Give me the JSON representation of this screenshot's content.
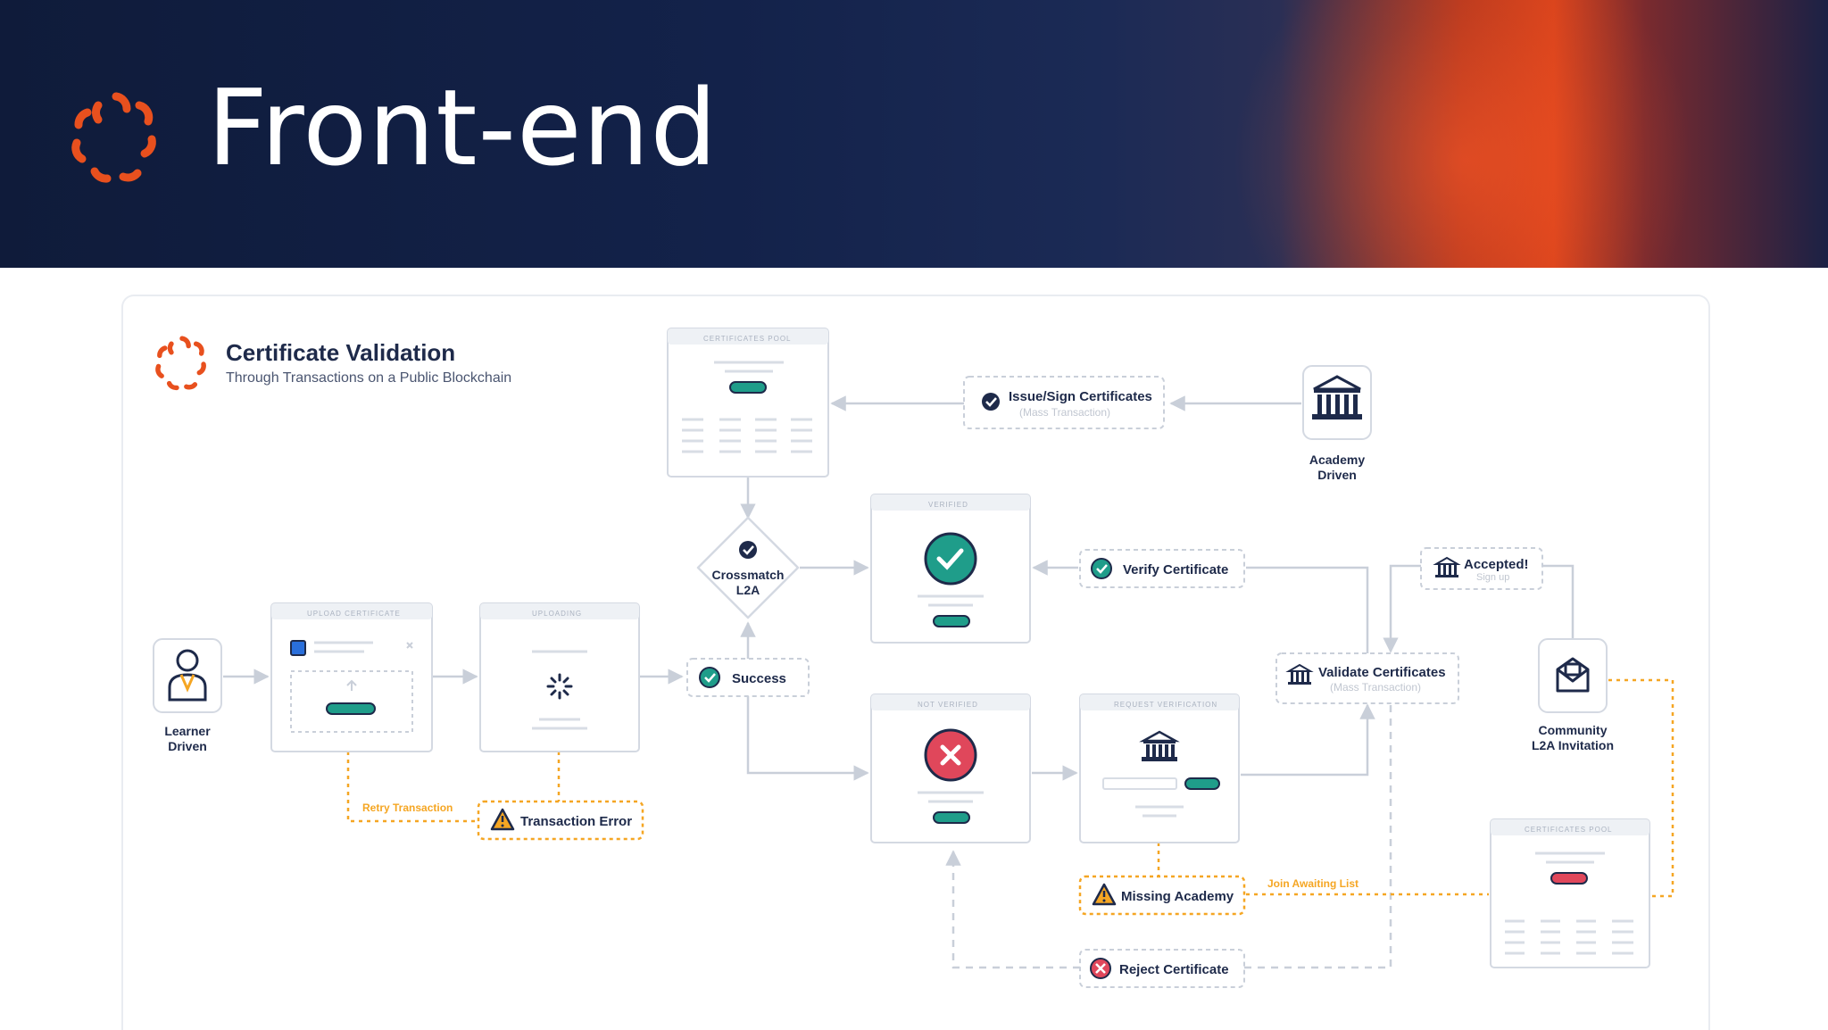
{
  "header": {
    "title": "Front-end"
  },
  "diagram": {
    "title": "Certificate Validation",
    "subtitle": "Through Transactions on a Public Blockchain",
    "windows": {
      "pool_top": "CERTIFICATES POOL",
      "verified": "VERIFIED",
      "upload": "UPLOAD CERTIFICATE",
      "uploading": "UPLOADING",
      "not_verified": "NOT VERIFIED",
      "request": "REQUEST VERIFICATION",
      "pool_bottom": "CERTIFICATES POOL"
    },
    "actors": {
      "academy": [
        "Academy",
        "Driven"
      ],
      "learner": [
        "Learner",
        "Driven"
      ],
      "community": [
        "Community",
        "L2A Invitation"
      ]
    },
    "labels": {
      "issue": "Issue/Sign Certificates",
      "issue_sub": "(Mass Transaction)",
      "crossmatch": [
        "Crossmatch",
        "L2A"
      ],
      "verify": "Verify Certificate",
      "accepted": "Accepted!",
      "accepted_sub": "Sign up",
      "success": "Success",
      "validate": "Validate Certificates",
      "validate_sub": "(Mass Transaction)",
      "retry": "Retry Transaction",
      "tx_error": "Transaction Error",
      "missing": "Missing Academy",
      "join": "Join Awaiting List",
      "reject": "Reject Certificate"
    },
    "colors": {
      "teal": "#1f9d8a",
      "red": "#e0475b",
      "orange": "#f5a623",
      "navy": "#1e2a4a",
      "brand_orange": "#e8501e",
      "blue": "#2a6fdb"
    }
  }
}
